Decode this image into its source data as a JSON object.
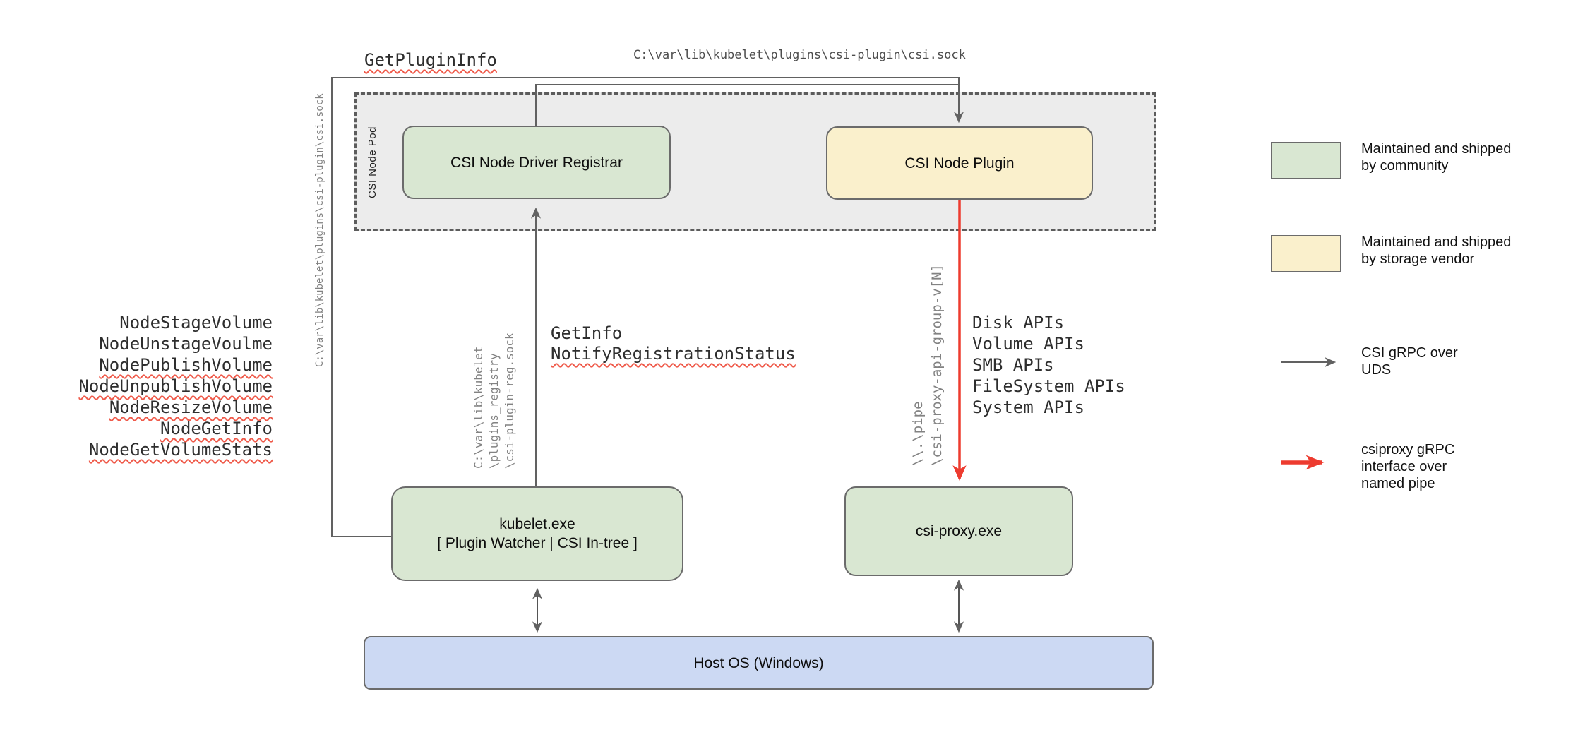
{
  "title": "CSI on Windows node architecture diagram",
  "pod_label": "CSI Node Pod",
  "boxes": {
    "registrar": "CSI Node Driver Registrar",
    "plugin": "CSI Node Plugin",
    "kubelet_line1": "kubelet.exe",
    "kubelet_line2": "[ Plugin Watcher | CSI In-tree ]",
    "csi_proxy": "csi-proxy.exe",
    "host_os": "Host OS (Windows)"
  },
  "top_labels": {
    "get_plugin_info": "GetPluginInfo",
    "csi_sock_path": "C:\\var\\lib\\kubelet\\plugins\\csi-plugin\\csi.sock"
  },
  "node_apis": [
    {
      "text": "NodeStageVolume",
      "misspelled": false
    },
    {
      "text": "NodeUnstageVoulme",
      "misspelled": false
    },
    {
      "text": "NodePublishVolume",
      "misspelled": true
    },
    {
      "text": "NodeUnpublishVolume",
      "misspelled": true
    },
    {
      "text": "NodeResizeVolume",
      "misspelled": true
    },
    {
      "text": "NodeGetInfo",
      "misspelled": true
    },
    {
      "text": "NodeGetVolumeStats",
      "misspelled": true
    }
  ],
  "registration": {
    "get_info": "GetInfo",
    "notify": "NotifyRegistrationStatus"
  },
  "proxy_apis": [
    "Disk APIs",
    "Volume APIs",
    "SMB APIs",
    "FileSystem APIs",
    "System APIs"
  ],
  "rotated_labels": {
    "left_sock": "C:\\var\\lib\\kubelet\\plugins\\csi-plugin\\csi.sock",
    "registry_sock": "C:\\var\\lib\\kubelet\n\\plugins_registry\n\\csi-plugin-reg.sock",
    "named_pipe": "\\\\.\\pipe\n\\csi-proxy-api-group-v[N]"
  },
  "legend": {
    "items": [
      {
        "kind": "swatch",
        "color": "#d9e7d2",
        "label": "Maintained and shipped\nby community"
      },
      {
        "kind": "swatch",
        "color": "#faf0cc",
        "label": "Maintained and shipped\nby storage vendor"
      },
      {
        "kind": "arrow",
        "color": "#616161",
        "label": "CSI gRPC over\nUDS"
      },
      {
        "kind": "arrow",
        "color": "#ed3b2f",
        "label": "csiproxy gRPC\ninterface over\nnamed pipe"
      }
    ]
  },
  "colors": {
    "community_green": "#d9e7d2",
    "vendor_yellow": "#faf0cc",
    "host_blue": "#ccd9f3",
    "pod_gray": "#ececec",
    "connector_gray": "#616161",
    "pipe_red": "#ed3b2f",
    "squiggle_red": "#ef5b4b"
  }
}
